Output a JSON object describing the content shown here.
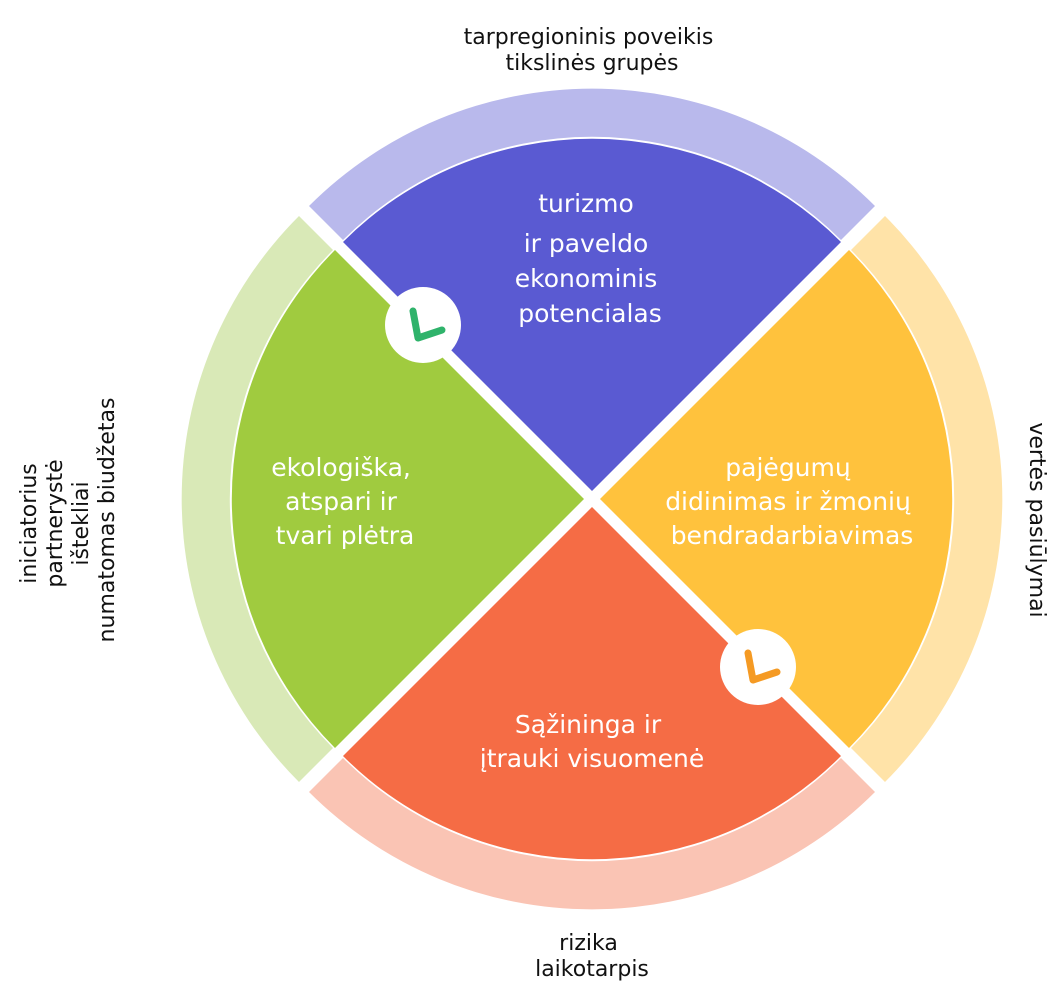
{
  "colors": {
    "top": "#5a5ad2",
    "top_ring": "#b9b9ec",
    "right": "#ffc23d",
    "right_ring": "#ffe3a8",
    "bottom": "#f56c45",
    "bottom_ring": "#fac4b4",
    "left": "#a0cb3f",
    "left_ring": "#d9e9b7",
    "check_green": "#2fb36b",
    "check_orange": "#f59a23"
  },
  "segments": {
    "top": {
      "lines": [
        "turizmo",
        "ir paveldo",
        "ekonominis",
        "potencialas"
      ]
    },
    "right": {
      "lines": [
        "pajėgumų",
        "didinimas ir žmonių",
        "bendradarbiavimas"
      ]
    },
    "bottom": {
      "lines": [
        "Sąžininga ir",
        "įtrauki visuomenė"
      ]
    },
    "left": {
      "lines": [
        "ekologiška,",
        "atspari ir",
        "tvari plėtra"
      ]
    }
  },
  "outer_labels": {
    "top": [
      "tarpregioninis poveikis",
      "tikslinės grupės"
    ],
    "right": [
      "vertės pasiūlymai"
    ],
    "bottom": [
      "rizika",
      "laikotarpis"
    ],
    "left": [
      "iniciatorius",
      "partnerystė",
      "ištekliai",
      "numatomas biudžetas"
    ]
  },
  "icons": {
    "check_top_left": "check-icon",
    "check_bottom_right": "check-icon"
  }
}
